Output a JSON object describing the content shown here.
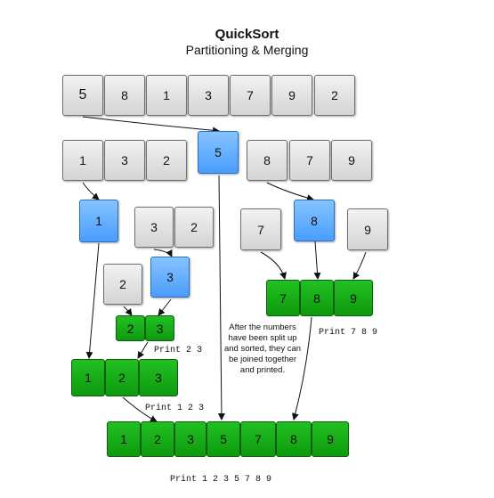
{
  "title": "QuickSort",
  "subtitle": "Partitioning & Merging",
  "rows": {
    "input": [
      "5",
      "8",
      "1",
      "3",
      "7",
      "9",
      "2"
    ],
    "left_partition": [
      "1",
      "3",
      "2"
    ],
    "pivot": "5",
    "right_partition": [
      "8",
      "7",
      "9"
    ],
    "left_pivot": "1",
    "left_rest": [
      "3",
      "2"
    ],
    "left_sub_lower": "2",
    "left_sub_pivot": "3",
    "left_sub_merged": [
      "2",
      "3"
    ],
    "left_merged": [
      "1",
      "2",
      "3"
    ],
    "right_lower": "7",
    "right_pivot": "8",
    "right_upper": "9",
    "right_merged": [
      "7",
      "8",
      "9"
    ],
    "final": [
      "1",
      "2",
      "3",
      "5",
      "7",
      "8",
      "9"
    ]
  },
  "labels": {
    "print_23": "Print 2 3",
    "print_789": "Print 7 8 9",
    "print_123": "Print 1 2 3",
    "print_all": "Print 1 2 3 5 7 8 9",
    "note": "After the numbers have been split up and sorted,  they can be joined together and printed."
  },
  "colors": {
    "unsorted": "#d9d9d9",
    "pivot": "#5aa8ff",
    "sorted": "#13a813"
  }
}
